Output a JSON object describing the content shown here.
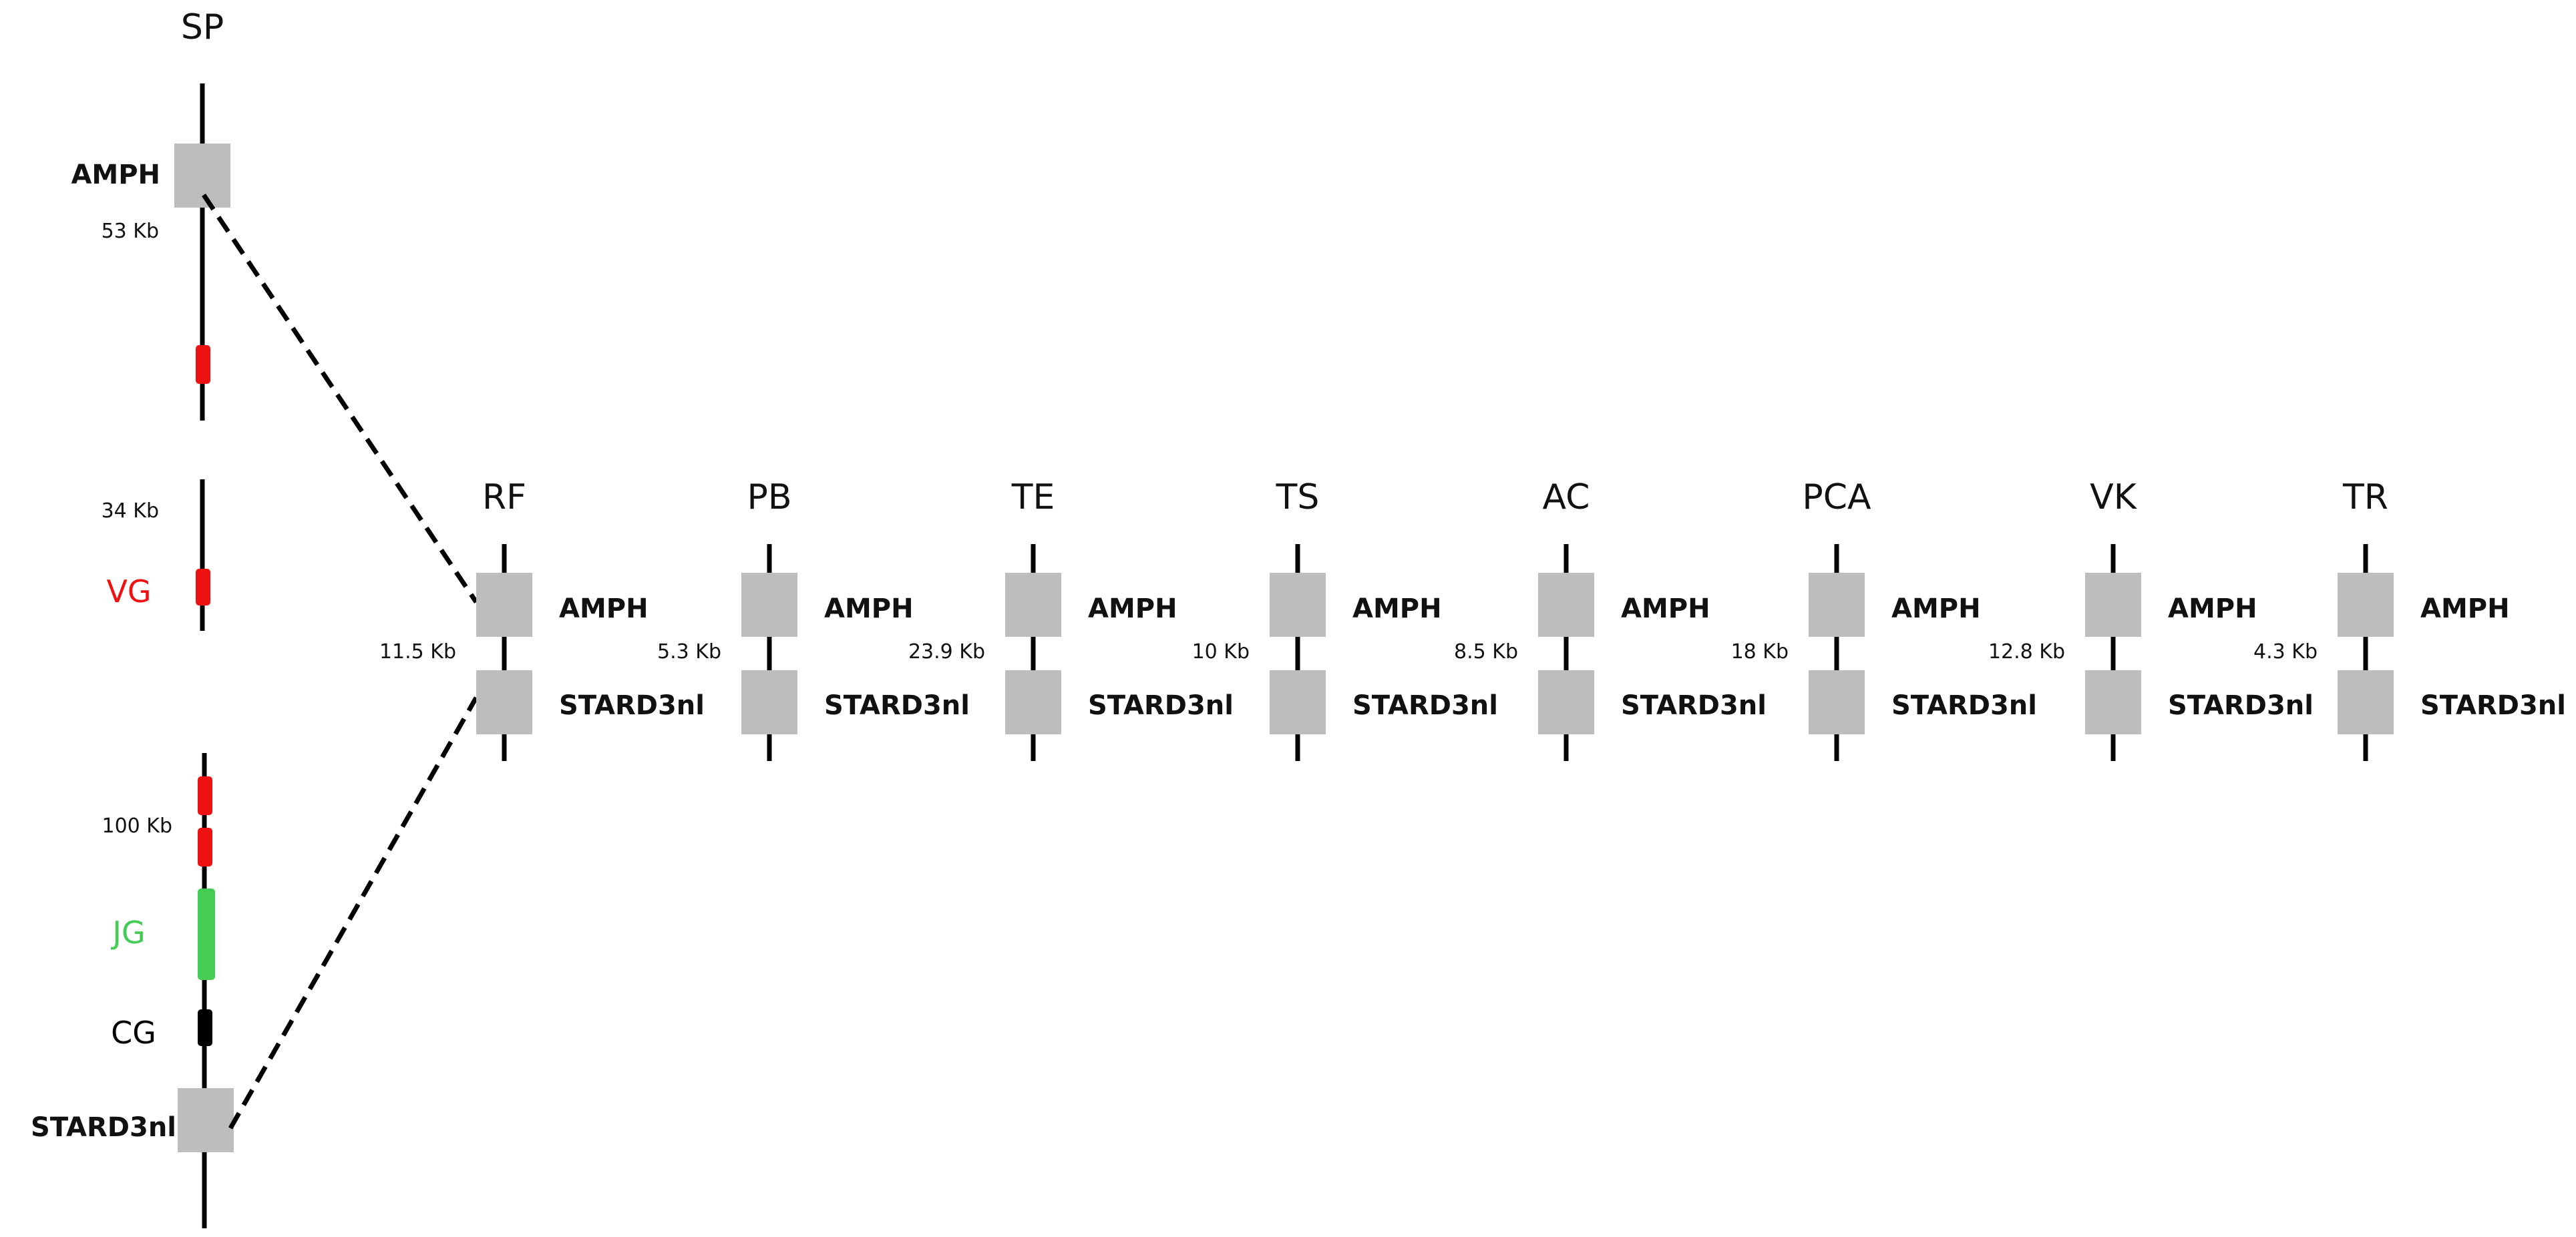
{
  "left_species": {
    "name": "SP",
    "gene_top": "AMPH",
    "gene_bottom": "STARD3nl",
    "distances": [
      "53 Kb",
      "34 Kb",
      "100 Kb"
    ],
    "categories": [
      {
        "name": "VG",
        "color": "#ee1111"
      },
      {
        "name": "JG",
        "color": "#44cc55"
      },
      {
        "name": "CG",
        "color": "#000000"
      }
    ]
  },
  "colors": {
    "gene_box": "#bdbdbd",
    "line": "#000000",
    "red_marker": "#ee1111",
    "green_marker": "#44cc55",
    "black_marker": "#000000"
  },
  "gene_labels": {
    "top": "AMPH",
    "bottom": "STARD3nl"
  },
  "species": [
    {
      "name": "RF",
      "distance": "11.5 Kb"
    },
    {
      "name": "PB",
      "distance": "5.3 Kb"
    },
    {
      "name": "TE",
      "distance": "23.9 Kb"
    },
    {
      "name": "TS",
      "distance": "10 Kb"
    },
    {
      "name": "AC",
      "distance": "8.5 Kb"
    },
    {
      "name": "PCA",
      "distance": "18 Kb"
    },
    {
      "name": "VK",
      "distance": "12.8 Kb"
    },
    {
      "name": "TR",
      "distance": "4.3 Kb"
    }
  ]
}
